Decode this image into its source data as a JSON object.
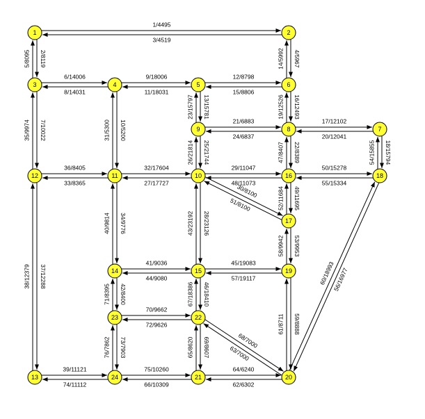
{
  "colors": {
    "node_fill": "#ffff33",
    "node_stroke": "#000000",
    "edge": "#000000",
    "background": "#ffffff"
  },
  "nodes": [
    {
      "id": "1",
      "label": "1"
    },
    {
      "id": "2",
      "label": "2"
    },
    {
      "id": "3",
      "label": "3"
    },
    {
      "id": "4",
      "label": "4"
    },
    {
      "id": "5",
      "label": "5"
    },
    {
      "id": "6",
      "label": "6"
    },
    {
      "id": "7",
      "label": "7"
    },
    {
      "id": "8",
      "label": "8"
    },
    {
      "id": "9",
      "label": "9"
    },
    {
      "id": "10",
      "label": "10"
    },
    {
      "id": "11",
      "label": "11"
    },
    {
      "id": "12",
      "label": "12"
    },
    {
      "id": "13",
      "label": "13"
    },
    {
      "id": "14",
      "label": "14"
    },
    {
      "id": "15",
      "label": "15"
    },
    {
      "id": "16",
      "label": "16"
    },
    {
      "id": "17",
      "label": "17"
    },
    {
      "id": "18",
      "label": "18"
    },
    {
      "id": "19",
      "label": "19"
    },
    {
      "id": "20",
      "label": "20"
    },
    {
      "id": "21",
      "label": "21"
    },
    {
      "id": "22",
      "label": "22"
    },
    {
      "id": "23",
      "label": "23"
    },
    {
      "id": "24",
      "label": "24"
    }
  ],
  "edges": [
    {
      "from": "1",
      "to": "2",
      "label": "1/4495"
    },
    {
      "from": "2",
      "to": "1",
      "label": "3/4519"
    },
    {
      "from": "1",
      "to": "3",
      "label": "2/8119"
    },
    {
      "from": "3",
      "to": "1",
      "label": "5/8095"
    },
    {
      "from": "2",
      "to": "6",
      "label": "4/5967"
    },
    {
      "from": "6",
      "to": "2",
      "label": "14/5992"
    },
    {
      "from": "3",
      "to": "4",
      "label": "6/14006"
    },
    {
      "from": "4",
      "to": "3",
      "label": "8/14031"
    },
    {
      "from": "3",
      "to": "12",
      "label": "7/10022"
    },
    {
      "from": "12",
      "to": "3",
      "label": "35/9974"
    },
    {
      "from": "4",
      "to": "5",
      "label": "9/18006"
    },
    {
      "from": "5",
      "to": "4",
      "label": "11/18031"
    },
    {
      "from": "4",
      "to": "11",
      "label": "10/5200"
    },
    {
      "from": "11",
      "to": "4",
      "label": "31/5300"
    },
    {
      "from": "5",
      "to": "6",
      "label": "12/8798"
    },
    {
      "from": "6",
      "to": "5",
      "label": "15/8806"
    },
    {
      "from": "5",
      "to": "9",
      "label": "13/15781"
    },
    {
      "from": "9",
      "to": "5",
      "label": "23/15797"
    },
    {
      "from": "6",
      "to": "8",
      "label": "16/12493"
    },
    {
      "from": "8",
      "to": "6",
      "label": "19/12526"
    },
    {
      "from": "7",
      "to": "8",
      "label": "20/12041"
    },
    {
      "from": "8",
      "to": "7",
      "label": "17/12102"
    },
    {
      "from": "7",
      "to": "18",
      "label": "18/15794"
    },
    {
      "from": "18",
      "to": "7",
      "label": "54/15855"
    },
    {
      "from": "8",
      "to": "9",
      "label": "24/6837"
    },
    {
      "from": "9",
      "to": "8",
      "label": "21/6883"
    },
    {
      "from": "8",
      "to": "16",
      "label": "22/8389"
    },
    {
      "from": "16",
      "to": "8",
      "label": "47/8407"
    },
    {
      "from": "9",
      "to": "10",
      "label": "25/21744"
    },
    {
      "from": "10",
      "to": "9",
      "label": "26/21814"
    },
    {
      "from": "10",
      "to": "11",
      "label": "27/17727"
    },
    {
      "from": "11",
      "to": "10",
      "label": "32/17604"
    },
    {
      "from": "10",
      "to": "15",
      "label": "28/23126"
    },
    {
      "from": "15",
      "to": "10",
      "label": "43/23192"
    },
    {
      "from": "10",
      "to": "16",
      "label": "29/11047"
    },
    {
      "from": "16",
      "to": "10",
      "label": "48/11073"
    },
    {
      "from": "10",
      "to": "17",
      "label": "30/8100"
    },
    {
      "from": "17",
      "to": "10",
      "label": "51/8100"
    },
    {
      "from": "11",
      "to": "12",
      "label": "33/8365"
    },
    {
      "from": "12",
      "to": "11",
      "label": "36/8405"
    },
    {
      "from": "11",
      "to": "14",
      "label": "34/9776"
    },
    {
      "from": "14",
      "to": "11",
      "label": "40/9814"
    },
    {
      "from": "12",
      "to": "13",
      "label": "37/12288"
    },
    {
      "from": "13",
      "to": "12",
      "label": "38/12379"
    },
    {
      "from": "13",
      "to": "24",
      "label": "39/11121"
    },
    {
      "from": "24",
      "to": "13",
      "label": "74/11112"
    },
    {
      "from": "14",
      "to": "15",
      "label": "41/9036"
    },
    {
      "from": "15",
      "to": "14",
      "label": "44/9080"
    },
    {
      "from": "14",
      "to": "23",
      "label": "42/8400"
    },
    {
      "from": "23",
      "to": "14",
      "label": "71/8395"
    },
    {
      "from": "15",
      "to": "19",
      "label": "45/19083"
    },
    {
      "from": "19",
      "to": "15",
      "label": "57/19117"
    },
    {
      "from": "15",
      "to": "22",
      "label": "46/18410"
    },
    {
      "from": "22",
      "to": "15",
      "label": "67/18386"
    },
    {
      "from": "16",
      "to": "17",
      "label": "49/11695"
    },
    {
      "from": "17",
      "to": "16",
      "label": "52/11684"
    },
    {
      "from": "16",
      "to": "18",
      "label": "50/15278"
    },
    {
      "from": "18",
      "to": "16",
      "label": "55/15334"
    },
    {
      "from": "17",
      "to": "19",
      "label": "53/9953"
    },
    {
      "from": "19",
      "to": "17",
      "label": "58/9942"
    },
    {
      "from": "18",
      "to": "20",
      "label": "56/16977"
    },
    {
      "from": "20",
      "to": "18",
      "label": "60/18993"
    },
    {
      "from": "19",
      "to": "20",
      "label": "59/8888"
    },
    {
      "from": "20",
      "to": "19",
      "label": "61/8711"
    },
    {
      "from": "20",
      "to": "21",
      "label": "62/6302"
    },
    {
      "from": "21",
      "to": "20",
      "label": "64/6240"
    },
    {
      "from": "20",
      "to": "22",
      "label": "63/7000"
    },
    {
      "from": "22",
      "to": "20",
      "label": "68/7000"
    },
    {
      "from": "21",
      "to": "22",
      "label": "65/8620"
    },
    {
      "from": "22",
      "to": "21",
      "label": "69/8607"
    },
    {
      "from": "21",
      "to": "24",
      "label": "66/10309"
    },
    {
      "from": "24",
      "to": "21",
      "label": "75/10260"
    },
    {
      "from": "22",
      "to": "23",
      "label": "72/9626"
    },
    {
      "from": "23",
      "to": "22",
      "label": "70/9662"
    },
    {
      "from": "23",
      "to": "24",
      "label": "73/7903"
    },
    {
      "from": "24",
      "to": "23",
      "label": "76/7862"
    }
  ]
}
